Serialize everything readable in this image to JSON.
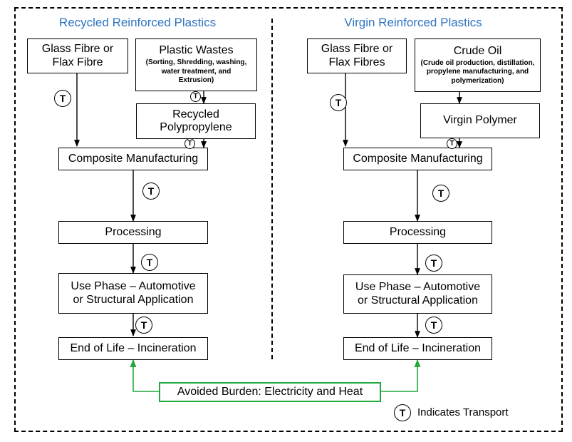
{
  "left": {
    "heading": "Recycled Reinforced Plastics",
    "fibre": [
      "Glass Fibre or",
      "Flax Fibre"
    ],
    "wastes_title": "Plastic Wastes",
    "wastes_detail": [
      "(Sorting, Shredding, washing,",
      "water treatment, and",
      "Extrusion)"
    ],
    "polymer": [
      "Recycled",
      "Polypropylene"
    ],
    "composite": "Composite Manufacturing",
    "processing": "Processing",
    "use": [
      "Use Phase – Automotive",
      "or Structural Application"
    ],
    "eol": "End of Life – Incineration"
  },
  "right": {
    "heading": "Virgin  Reinforced Plastics",
    "fibre": [
      "Glass Fibre or",
      "Flax Fibres"
    ],
    "oil_title": "Crude Oil",
    "oil_detail": [
      "(Crude oil production,  distillation,",
      "propylene manufacturing, and",
      "polymerization)"
    ],
    "polymer": "Virgin Polymer",
    "composite": "Composite Manufacturing",
    "processing": "Processing",
    "use": [
      "Use Phase – Automotive",
      "or Structural Application"
    ],
    "eol": "End of Life – Incineration"
  },
  "avoided_burden": "Avoided Burden: Electricity and Heat",
  "transport_symbol": "T",
  "legend": "Indicates Transport",
  "colors": {
    "heading": "#2e74c0",
    "avoided_burden": "#22a83c"
  }
}
